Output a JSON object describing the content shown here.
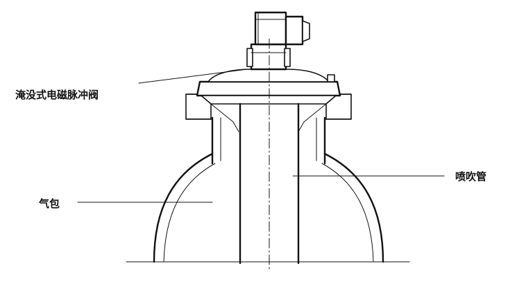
{
  "labels": {
    "valve": "淹没式电磁脉冲阀",
    "air_bag": "气包",
    "blow_pipe": "喷吹管"
  },
  "colors": {
    "line": "#111111",
    "background": "#ffffff"
  }
}
